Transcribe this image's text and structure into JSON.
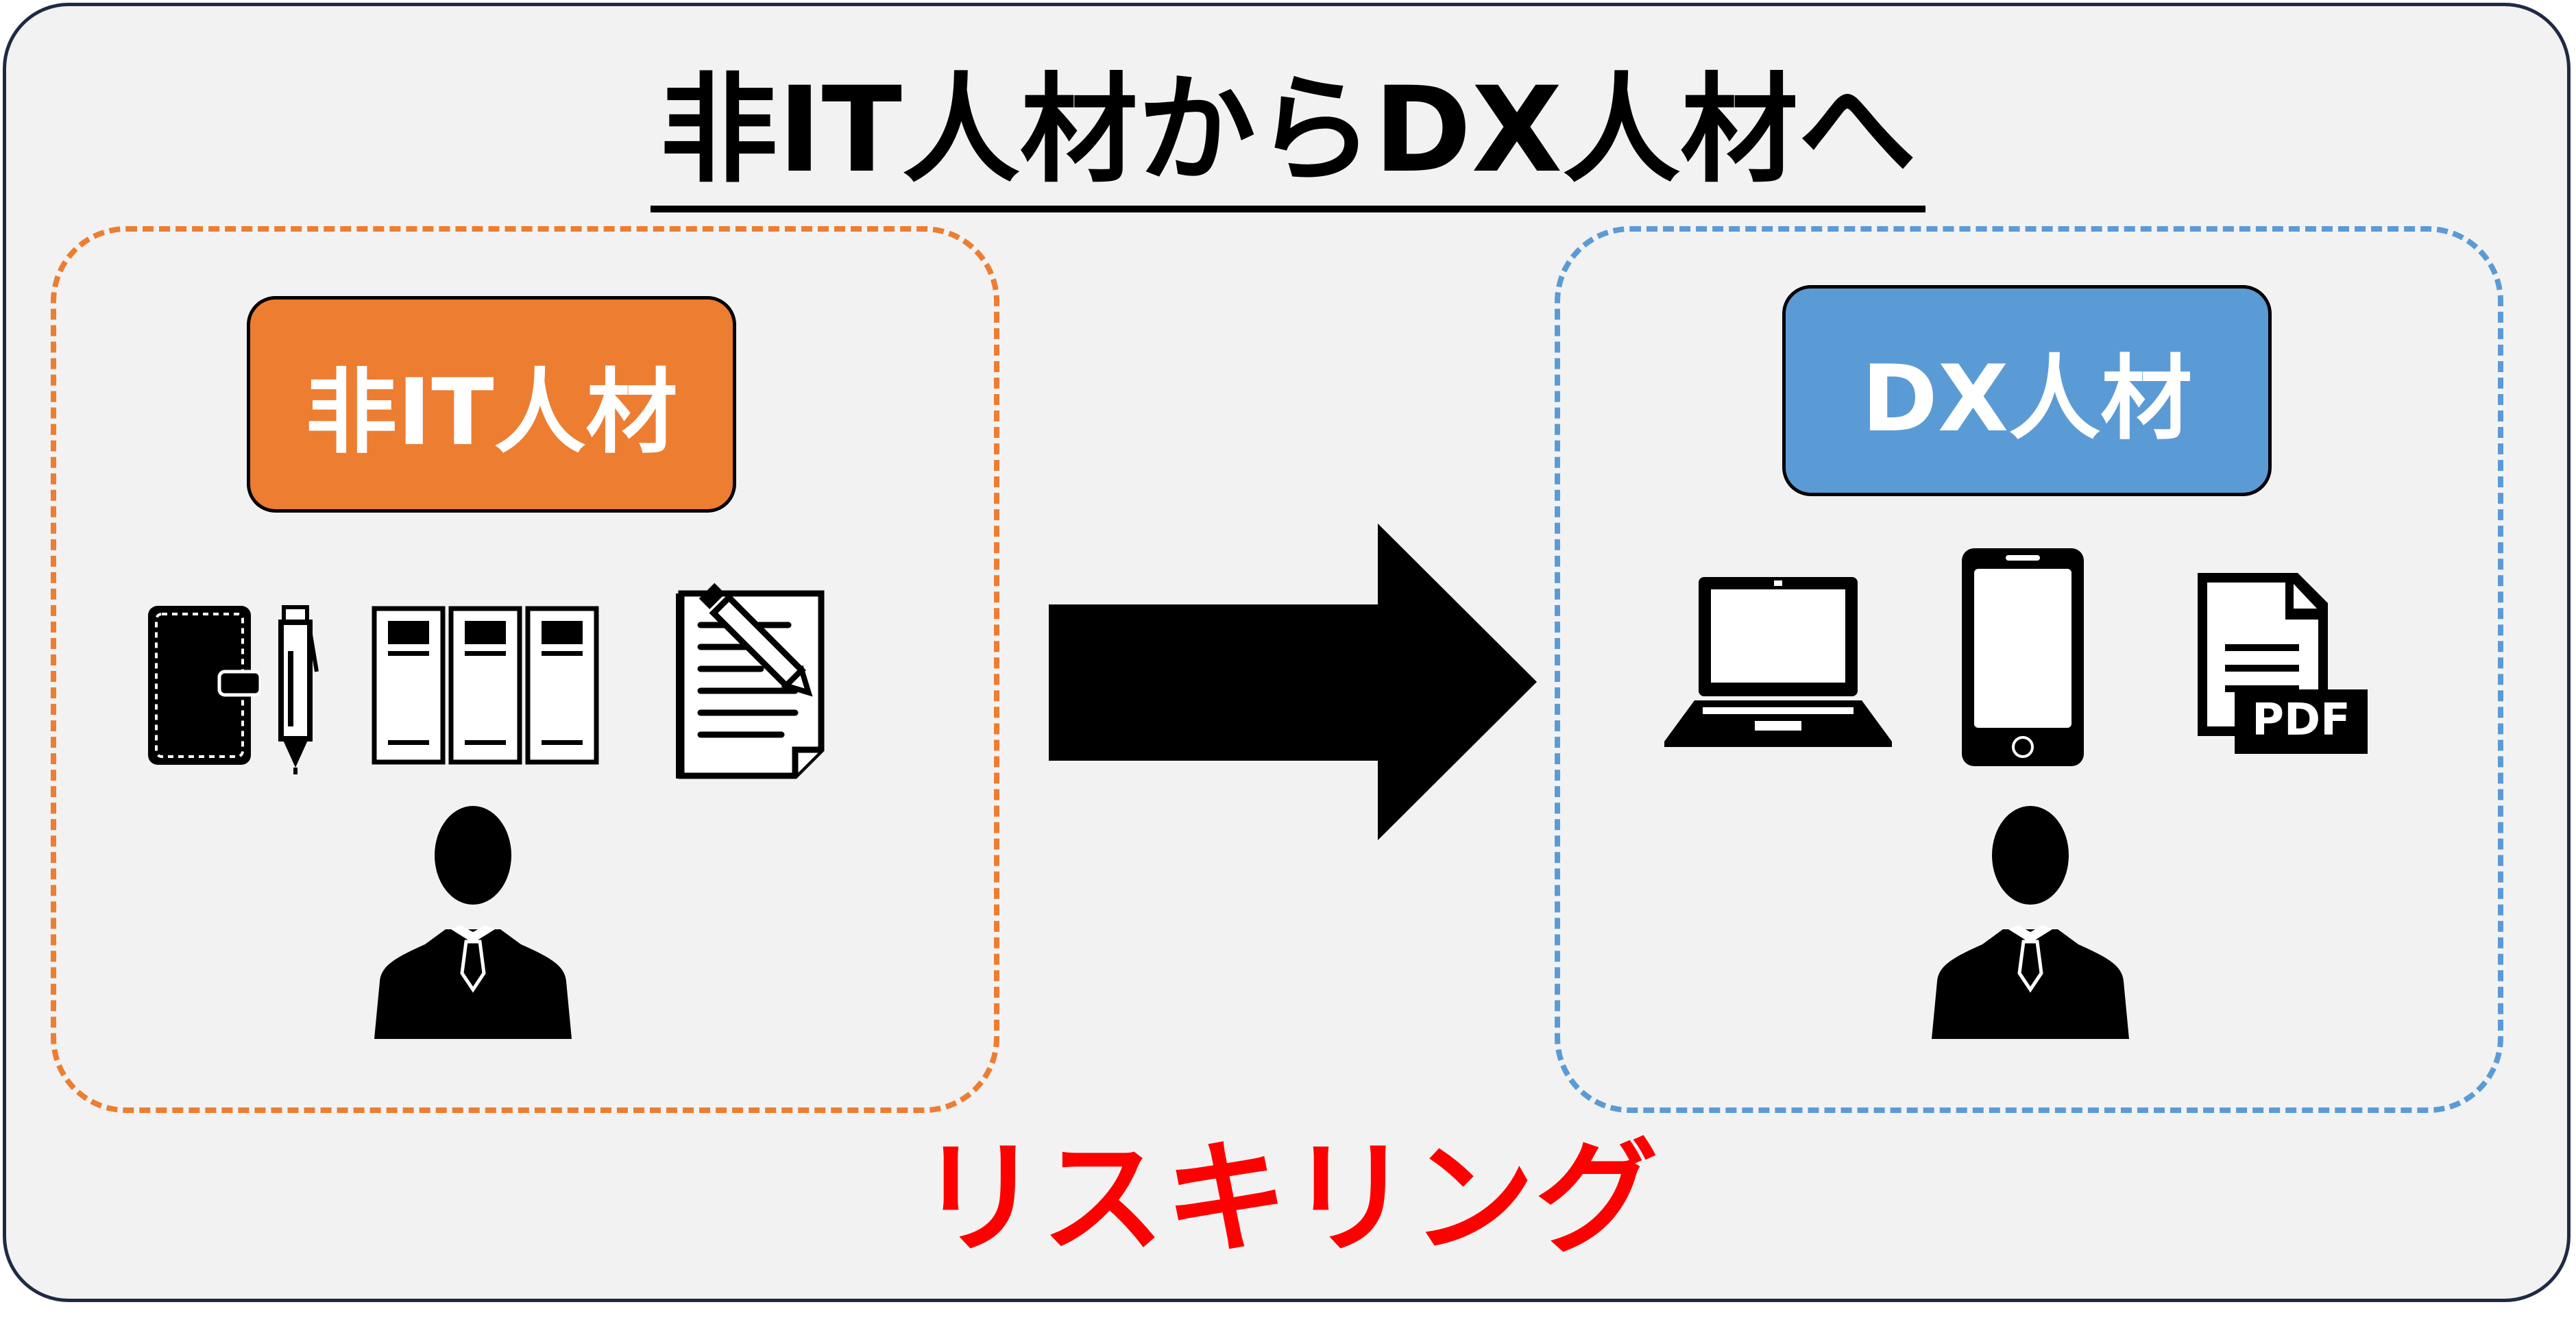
{
  "title": "非IT人材からDX人材へ",
  "left_box": {
    "label": "非IT人材",
    "color": "#ed7d31",
    "icons": [
      "notebook-icon",
      "pen-icon",
      "binders-icon",
      "writing-document-icon",
      "person-icon"
    ]
  },
  "right_box": {
    "label": "DX人材",
    "color": "#5b9bd5",
    "icons": [
      "laptop-icon",
      "smartphone-icon",
      "pdf-document-icon",
      "person-icon"
    ]
  },
  "pdf_label": "PDF",
  "transition_label": "リスキリング",
  "transition_color": "#ff0000",
  "arrow_icon": "right-arrow-icon"
}
